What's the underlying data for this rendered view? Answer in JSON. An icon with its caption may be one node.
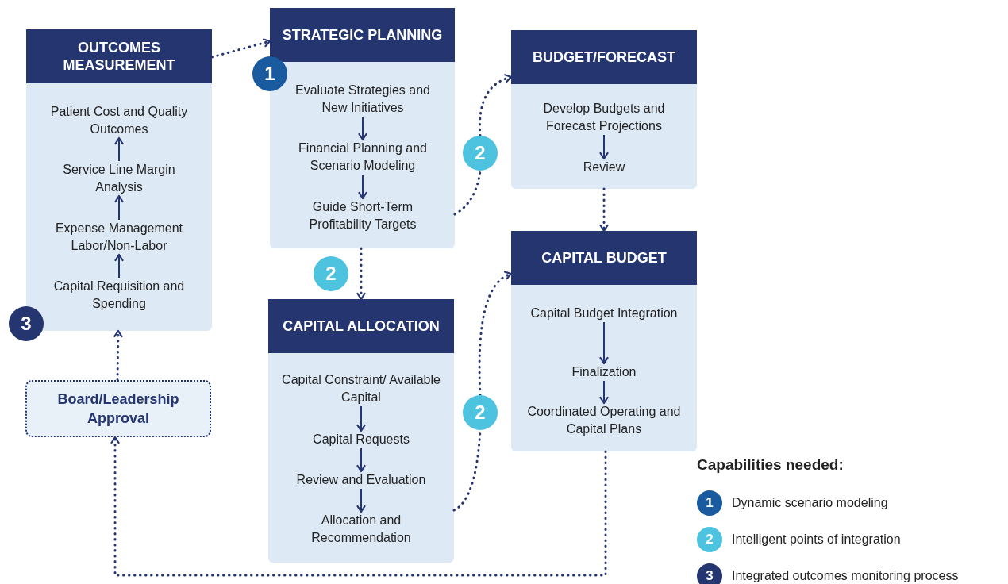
{
  "diagram": {
    "nodes": [
      {
        "text": [
          "OUTCOMES MEASUREMENT"
        ]
      },
      {
        "text": [
          "Patient Cost and Quality Outcomes"
        ],
        "in": 0
      },
      {
        "text": [
          "Service Line Margin Analysis"
        ],
        "in": 0
      },
      {
        "text": [
          "Expense Management Labor/Non-Labor"
        ],
        "in": 0
      },
      {
        "text": [
          "Capital Requisition and Spending"
        ],
        "in": 0
      },
      {
        "text": [
          "3"
        ]
      },
      {
        "text": [
          "Board/Leadership Approval"
        ]
      },
      {
        "text": [
          "STRATEGIC PLANNING"
        ]
      },
      {
        "text": [
          "Evaluate Strategies and New Initiatives"
        ],
        "in": 7
      },
      {
        "text": [
          "Financial Planning and Scenario Modeling"
        ],
        "in": 7
      },
      {
        "text": [
          "Guide Short-Term Profitability Targets"
        ],
        "in": 7
      },
      {
        "text": [
          "1"
        ]
      },
      {
        "text": [
          "2"
        ]
      },
      {
        "text": [
          "BUDGET/FORECAST"
        ]
      },
      {
        "text": [
          "Develop Budgets and Forecast Projections"
        ],
        "in": 13
      },
      {
        "text": [
          "Review"
        ],
        "in": 13
      },
      {
        "text": [
          "2"
        ]
      },
      {
        "text": [
          "CAPITAL ALLOCATION"
        ]
      },
      {
        "text": [
          "Capital Constraint/ Available Capital"
        ],
        "in": 17
      },
      {
        "text": [
          "Capital Requests"
        ],
        "in": 17
      },
      {
        "text": [
          "Review and Evaluation"
        ],
        "in": 17
      },
      {
        "text": [
          "Allocation and Recommendation"
        ],
        "in": 17
      },
      {
        "text": [
          "2"
        ]
      },
      {
        "text": [
          "CAPITAL BUDGET"
        ]
      },
      {
        "text": [
          "Capital Budget Integration"
        ],
        "in": 23
      },
      {
        "text": [
          "Finalization"
        ],
        "in": 23
      },
      {
        "text": [
          "Coordinated Operating and Capital Plans"
        ],
        "in": 23
      }
    ],
    "edges": [
      {
        "from": 4,
        "to": 3,
        "arrow": "to"
      },
      {
        "from": 3,
        "to": 2,
        "arrow": "to"
      },
      {
        "from": 2,
        "to": 1,
        "arrow": "to"
      },
      {
        "from": 0,
        "to": 7,
        "arrow": "to",
        "style": "dashed"
      },
      {
        "from": 8,
        "to": 9,
        "arrow": "to"
      },
      {
        "from": 9,
        "to": 10,
        "arrow": "to"
      },
      {
        "from": 7,
        "to": 12,
        "arrow": "none",
        "style": "dashed"
      },
      {
        "from": 12,
        "to": 13,
        "arrow": "to",
        "style": "dashed"
      },
      {
        "from": 14,
        "to": 15,
        "arrow": "to"
      },
      {
        "from": 13,
        "to": 23,
        "arrow": "to",
        "style": "dashed"
      },
      {
        "from": 7,
        "to": 17,
        "arrow": "to",
        "style": "dashed"
      },
      {
        "from": 18,
        "to": 19,
        "arrow": "to"
      },
      {
        "from": 19,
        "to": 20,
        "arrow": "to"
      },
      {
        "from": 20,
        "to": 21,
        "arrow": "to"
      },
      {
        "from": 17,
        "to": 22,
        "arrow": "none",
        "style": "dashed"
      },
      {
        "from": 22,
        "to": 23,
        "arrow": "to",
        "style": "dashed"
      },
      {
        "from": 24,
        "to": 25,
        "arrow": "to"
      },
      {
        "from": 25,
        "to": 26,
        "arrow": "to"
      },
      {
        "from": 23,
        "to": 6,
        "arrow": "to",
        "style": "dashed"
      },
      {
        "from": 6,
        "to": 0,
        "arrow": "to",
        "style": "dashed"
      }
    ],
    "labels": [
      "Capabilities needed:",
      "1",
      "2",
      "3"
    ],
    "legend": [
      {
        "text": "Dynamic scenario modeling",
        "color": "#1a5a9e"
      },
      {
        "text": "Intelligent points of integration",
        "color": "#4dc3e0"
      },
      {
        "text": "Integrated outcomes monitoring process",
        "color": "#253570"
      }
    ]
  }
}
